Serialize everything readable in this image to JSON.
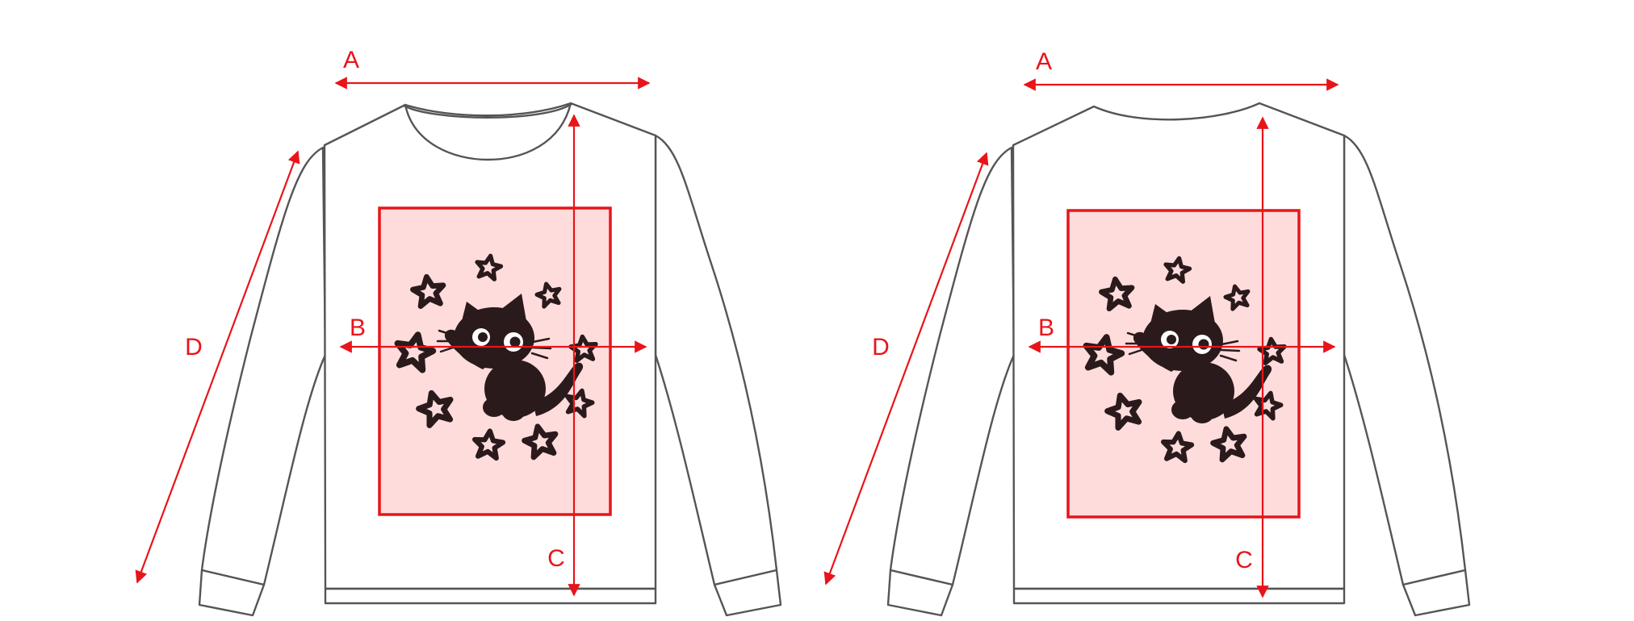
{
  "colors": {
    "measure": "#e8141a",
    "print_fill": "#ffdcdc",
    "outline": "#555555",
    "art": "#2b1a1c"
  },
  "views": [
    {
      "view": "front",
      "labels": {
        "a": "A",
        "b": "B",
        "c": "C",
        "d": "D"
      }
    },
    {
      "view": "back",
      "labels": {
        "a": "A",
        "b": "B",
        "c": "C",
        "d": "D"
      }
    }
  ]
}
